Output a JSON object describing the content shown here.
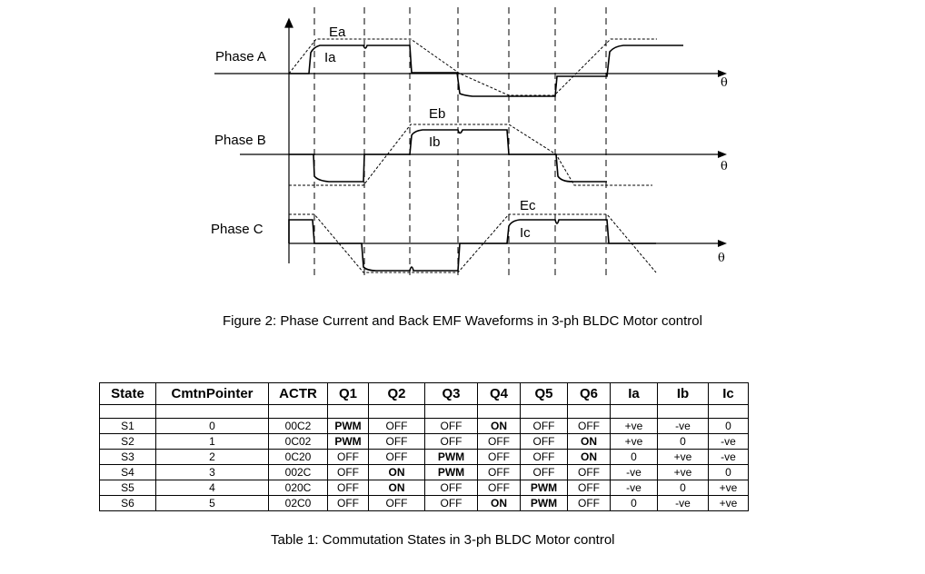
{
  "figure": {
    "phase_labels": [
      "Phase A",
      "Phase B",
      "Phase C"
    ],
    "emf_labels": [
      "Ea",
      "Eb",
      "Ec"
    ],
    "current_labels": [
      "Ia",
      "Ib",
      "Ic"
    ],
    "axis_symbol": "θ",
    "caption": "Figure 2: Phase Current and Back EMF Waveforms in 3-ph BLDC Motor control"
  },
  "table": {
    "headers": [
      "State",
      "CmtnPointer",
      "ACTR",
      "Q1",
      "Q2",
      "Q3",
      "Q4",
      "Q5",
      "Q6",
      "Ia",
      "Ib",
      "Ic"
    ],
    "rows": [
      [
        "S1",
        "0",
        "00C2",
        "PWM",
        "OFF",
        "OFF",
        "ON",
        "OFF",
        "OFF",
        "+ve",
        "-ve",
        "0"
      ],
      [
        "S2",
        "1",
        "0C02",
        "PWM",
        "OFF",
        "OFF",
        "OFF",
        "OFF",
        "ON",
        "+ve",
        "0",
        "-ve"
      ],
      [
        "S3",
        "2",
        "0C20",
        "OFF",
        "OFF",
        "PWM",
        "OFF",
        "OFF",
        "ON",
        "0",
        "+ve",
        "-ve"
      ],
      [
        "S4",
        "3",
        "002C",
        "OFF",
        "ON",
        "PWM",
        "OFF",
        "OFF",
        "OFF",
        "-ve",
        "+ve",
        "0"
      ],
      [
        "S5",
        "4",
        "020C",
        "OFF",
        "ON",
        "OFF",
        "OFF",
        "PWM",
        "OFF",
        "-ve",
        "0",
        "+ve"
      ],
      [
        "S6",
        "5",
        "02C0",
        "OFF",
        "OFF",
        "OFF",
        "ON",
        "PWM",
        "OFF",
        "0",
        "-ve",
        "+ve"
      ]
    ],
    "caption": "Table 1: Commutation States in 3-ph BLDC Motor control"
  }
}
